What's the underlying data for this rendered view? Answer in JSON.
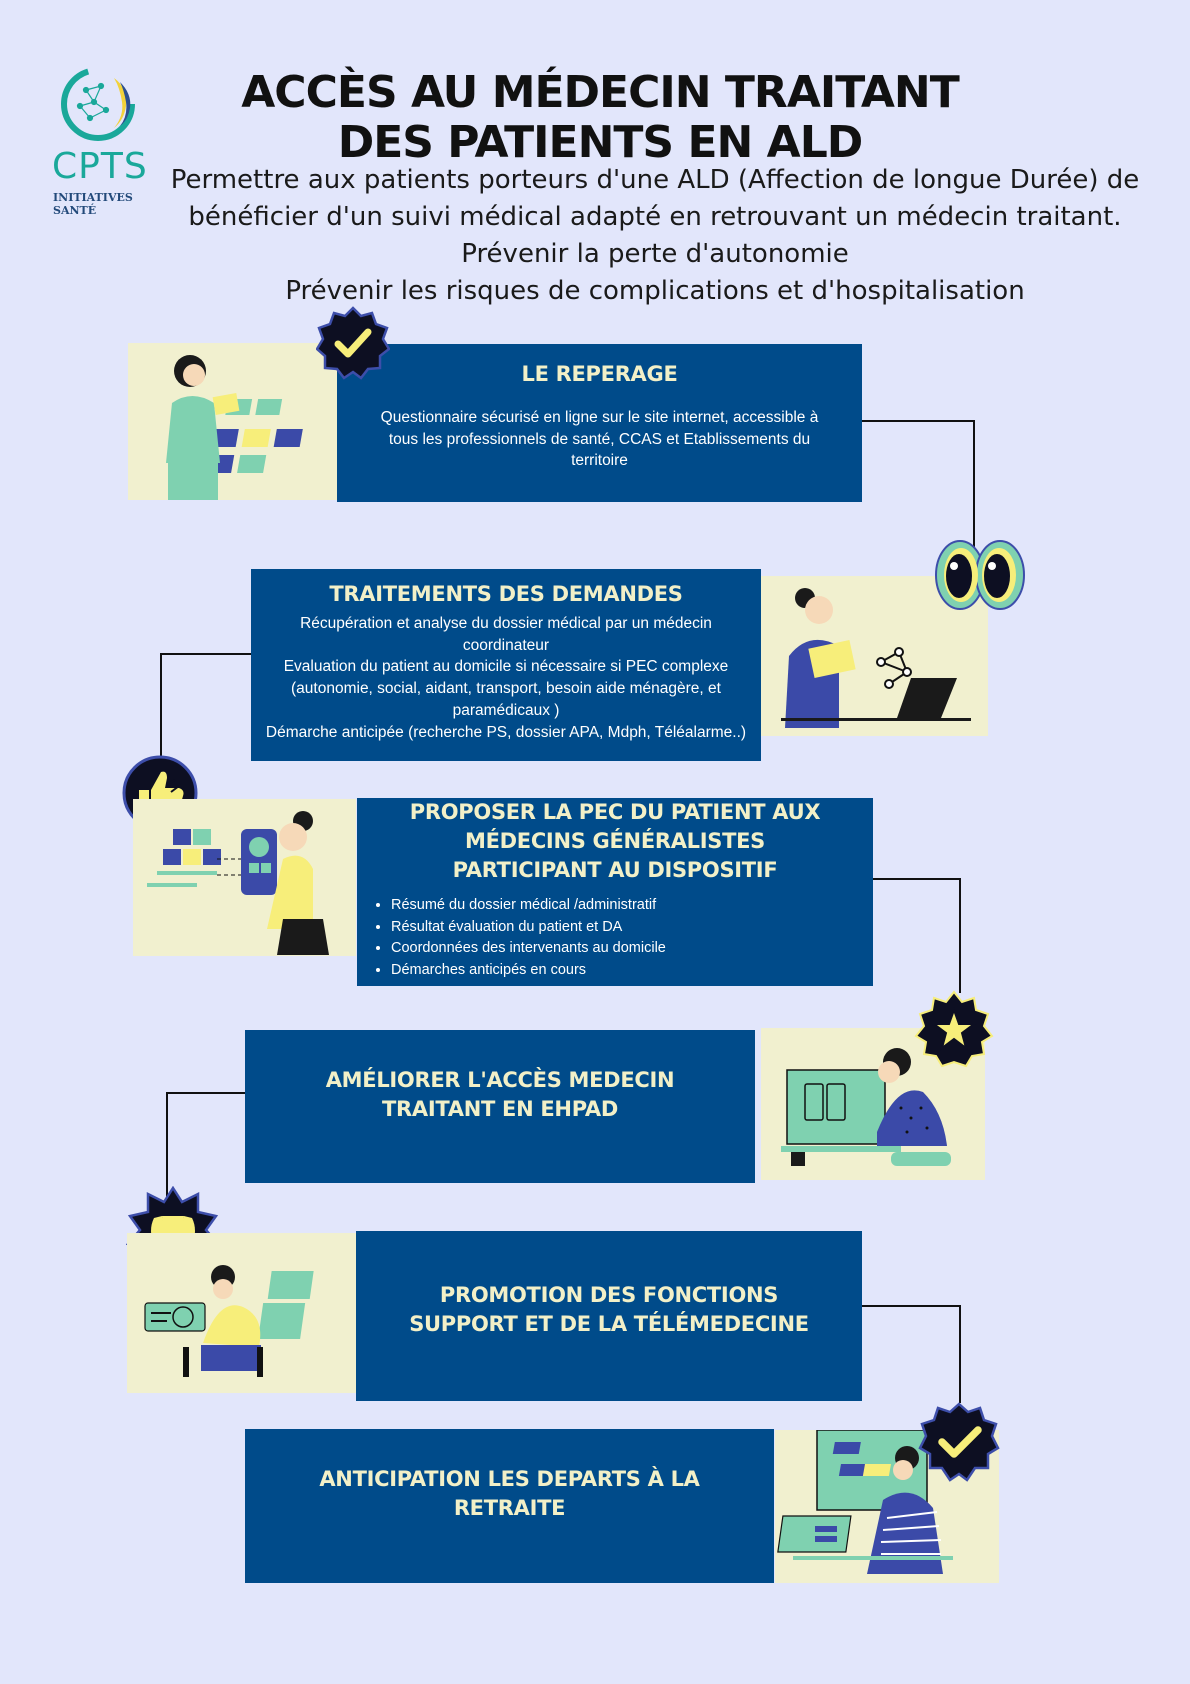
{
  "logo": {
    "name": "CPTS",
    "tagline": "INITIATIVES SANTÉ"
  },
  "header": {
    "title_line1": "ACCÈS AU MÉDECIN TRAITANT",
    "title_line2": "DES PATIENTS EN ALD",
    "subtitle": [
      "Permettre aux patients porteurs d'une ALD (Affection de longue Durée) de",
      "bénéficier d'un suivi médical adapté en retrouvant un médecin traitant.",
      "Prévenir la perte d'autonomie",
      "Prévenir les risques de complications et d'hospitalisation"
    ]
  },
  "steps": [
    {
      "title": "LE REPERAGE",
      "text": [
        "Questionnaire sécurisé en ligne sur le site internet, accessible à",
        "tous les professionnels de santé, CCAS et Etablissements du",
        "territoire"
      ],
      "badge_icon": "checkmark-badge-icon"
    },
    {
      "title": "TRAITEMENTS DES DEMANDES",
      "text": [
        "Récupération et analyse du dossier médical par un médecin",
        "coordinateur",
        "Evaluation du patient au domicile si nécessaire  si PEC complexe",
        "(autonomie, social, aidant, transport, besoin aide ménagère, et",
        "paramédicaux )",
        "Démarche anticipée (recherche PS, dossier APA, Mdph, Téléalarme..)"
      ],
      "badge_icon": "eyes-icon"
    },
    {
      "title_lines": [
        "PROPOSER LA PEC DU PATIENT AUX",
        "MÉDECINS GÉNÉRALISTES",
        "PARTICIPANT AU DISPOSITIF"
      ],
      "bullets": [
        "Résumé du dossier médical /administratif",
        "Résultat évaluation du patient et DA",
        "Coordonnées des intervenants au domicile",
        "Démarches anticipés en cours"
      ],
      "badge_icon": "thumbs-up-icon"
    },
    {
      "title_lines": [
        "AMÉLIORER L'ACCÈS MEDECIN",
        "TRAITANT EN EHPAD"
      ],
      "badge_icon": "star-badge-icon"
    },
    {
      "title_lines": [
        "PROMOTION DES FONCTIONS",
        "SUPPORT ET DE LA TÉLÉMEDECINE"
      ],
      "badge_icon": "clapping-hands-icon"
    },
    {
      "title_lines": [
        "ANTICIPATION LES DEPARTS À LA",
        "RETRAITE"
      ],
      "badge_icon": "checkmark-badge-icon"
    }
  ],
  "colors": {
    "background": "#e2e6fb",
    "box": "#004b8a",
    "box_title": "#f2f0c8",
    "illustration_bg": "#f1f0cf",
    "accent_teal": "#7fd1b0",
    "accent_yellow": "#f7ee7a",
    "accent_blue": "#3b4aa8"
  }
}
